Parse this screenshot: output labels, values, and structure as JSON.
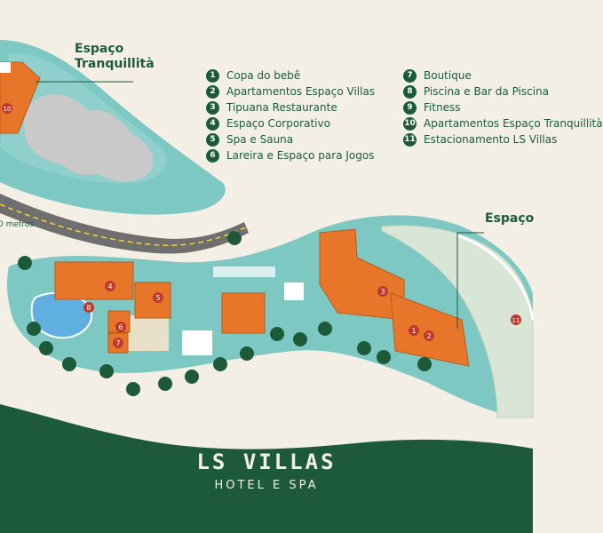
{
  "areas": {
    "tranquillita": {
      "line1": "Espaço",
      "line2": "Tranquillità"
    },
    "villas_partial": "Espaço"
  },
  "legend": [
    {
      "num": "1",
      "label": "Copa do bebê"
    },
    {
      "num": "2",
      "label": "Apartamentos Espaço Villas"
    },
    {
      "num": "3",
      "label": "Tipuana Restaurante"
    },
    {
      "num": "4",
      "label": "Espaço Corporativo"
    },
    {
      "num": "5",
      "label": "Spa e Sauna"
    },
    {
      "num": "6",
      "label": "Lareira e Espaço para Jogos"
    },
    {
      "num": "7",
      "label": "Boutique"
    },
    {
      "num": "8",
      "label": "Piscina e Bar da Piscina"
    },
    {
      "num": "9",
      "label": "Fitness"
    },
    {
      "num": "10",
      "label": "Apartamentos Espaço Tranquillità"
    },
    {
      "num": "11",
      "label": "Estacionamento LS Villas"
    }
  ],
  "scale": {
    "label": "0 metros"
  },
  "brand": {
    "name": "LS VILLAS",
    "tagline": "HOTEL E SPA"
  },
  "map_markers": [
    "10",
    "4",
    "5",
    "8",
    "6",
    "7",
    "3",
    "1",
    "2",
    "11"
  ],
  "colors": {
    "brand_green": "#1d5a3a",
    "water": "#7ec8c4",
    "building": "#e8762a",
    "road": "#6f6f6f",
    "marker": "#c0392b"
  }
}
